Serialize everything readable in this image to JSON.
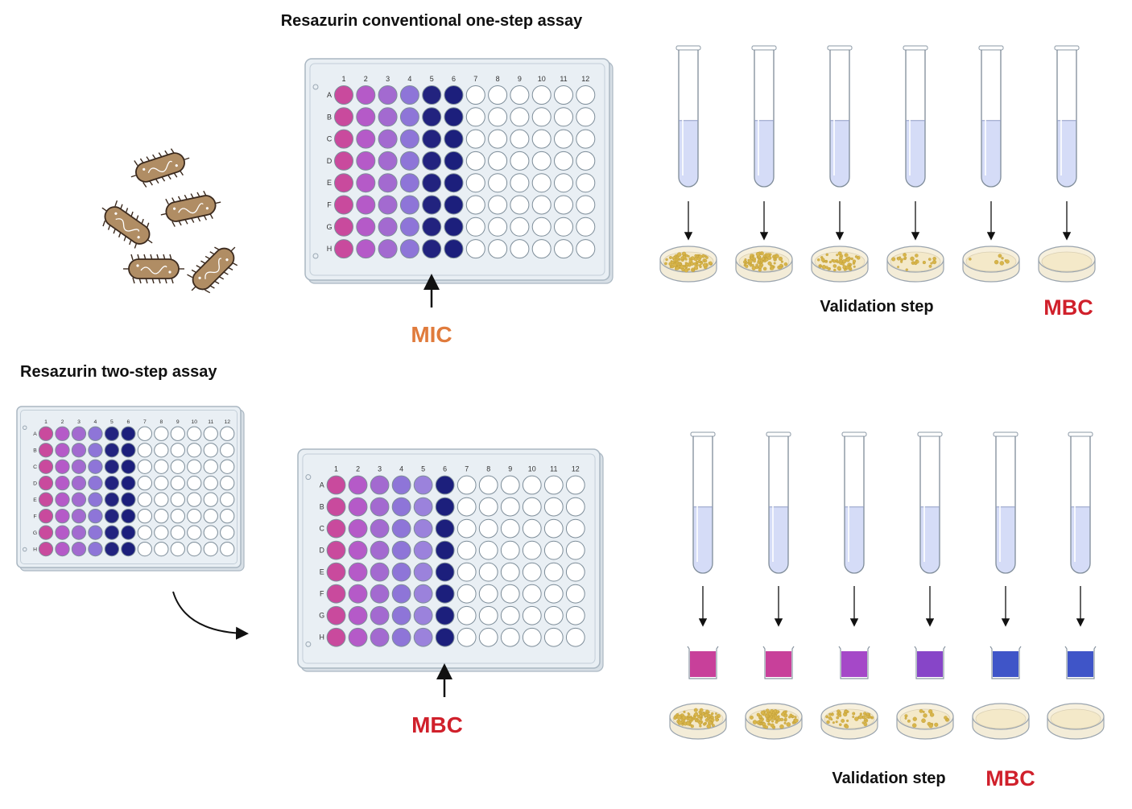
{
  "titles": {
    "one_step": "Resazurin conventional one-step assay",
    "two_step": "Resazurin two-step assay"
  },
  "labels": {
    "mic": "MIC",
    "mbc_plate_bottom": "MBC",
    "validation_top": "Validation step",
    "mbc_top": "MBC",
    "validation_bottom": "Validation step",
    "mbc_bottom": "MBC"
  },
  "plate": {
    "columns": [
      "1",
      "2",
      "3",
      "4",
      "5",
      "6",
      "7",
      "8",
      "9",
      "10",
      "11",
      "12"
    ],
    "rows": [
      "A",
      "B",
      "C",
      "D",
      "E",
      "F",
      "G",
      "H"
    ],
    "column_colors": [
      "#c94a9d",
      "#b55ac8",
      "#a36ad0",
      "#8e75d8",
      "#22237f",
      "#1c1f7c",
      "#ffffff",
      "#ffffff",
      "#ffffff",
      "#ffffff",
      "#ffffff",
      "#ffffff"
    ],
    "column_colors_plate3": [
      "#c94a9d",
      "#b55ac8",
      "#a36ad0",
      "#8e75d8",
      "#9b82dc",
      "#1c1f7c",
      "#ffffff",
      "#ffffff",
      "#ffffff",
      "#ffffff",
      "#ffffff",
      "#ffffff"
    ]
  },
  "colors": {
    "mic": "#e07b3c",
    "mbc": "#d0202b",
    "plate_body": "#e9eff4",
    "plate_edge": "#aab7c2",
    "tube_liquid": "#d5dcf7",
    "bacteria": "#b08d64"
  },
  "beakers_bottom": [
    "#c8409a",
    "#c8409a",
    "#a548c8",
    "#8745c8",
    "#3f55c8",
    "#3f55c8"
  ],
  "dish_colony_levels_top": [
    1.0,
    0.85,
    0.55,
    0.25,
    0.08,
    0.0
  ],
  "dish_colony_levels_bottom": [
    1.0,
    0.85,
    0.5,
    0.2,
    0.0,
    0.0
  ],
  "icons": [
    "bacteria-icon",
    "microplate-icon",
    "test-tube-icon",
    "petri-dish-icon",
    "beaker-icon",
    "arrow-icon"
  ]
}
